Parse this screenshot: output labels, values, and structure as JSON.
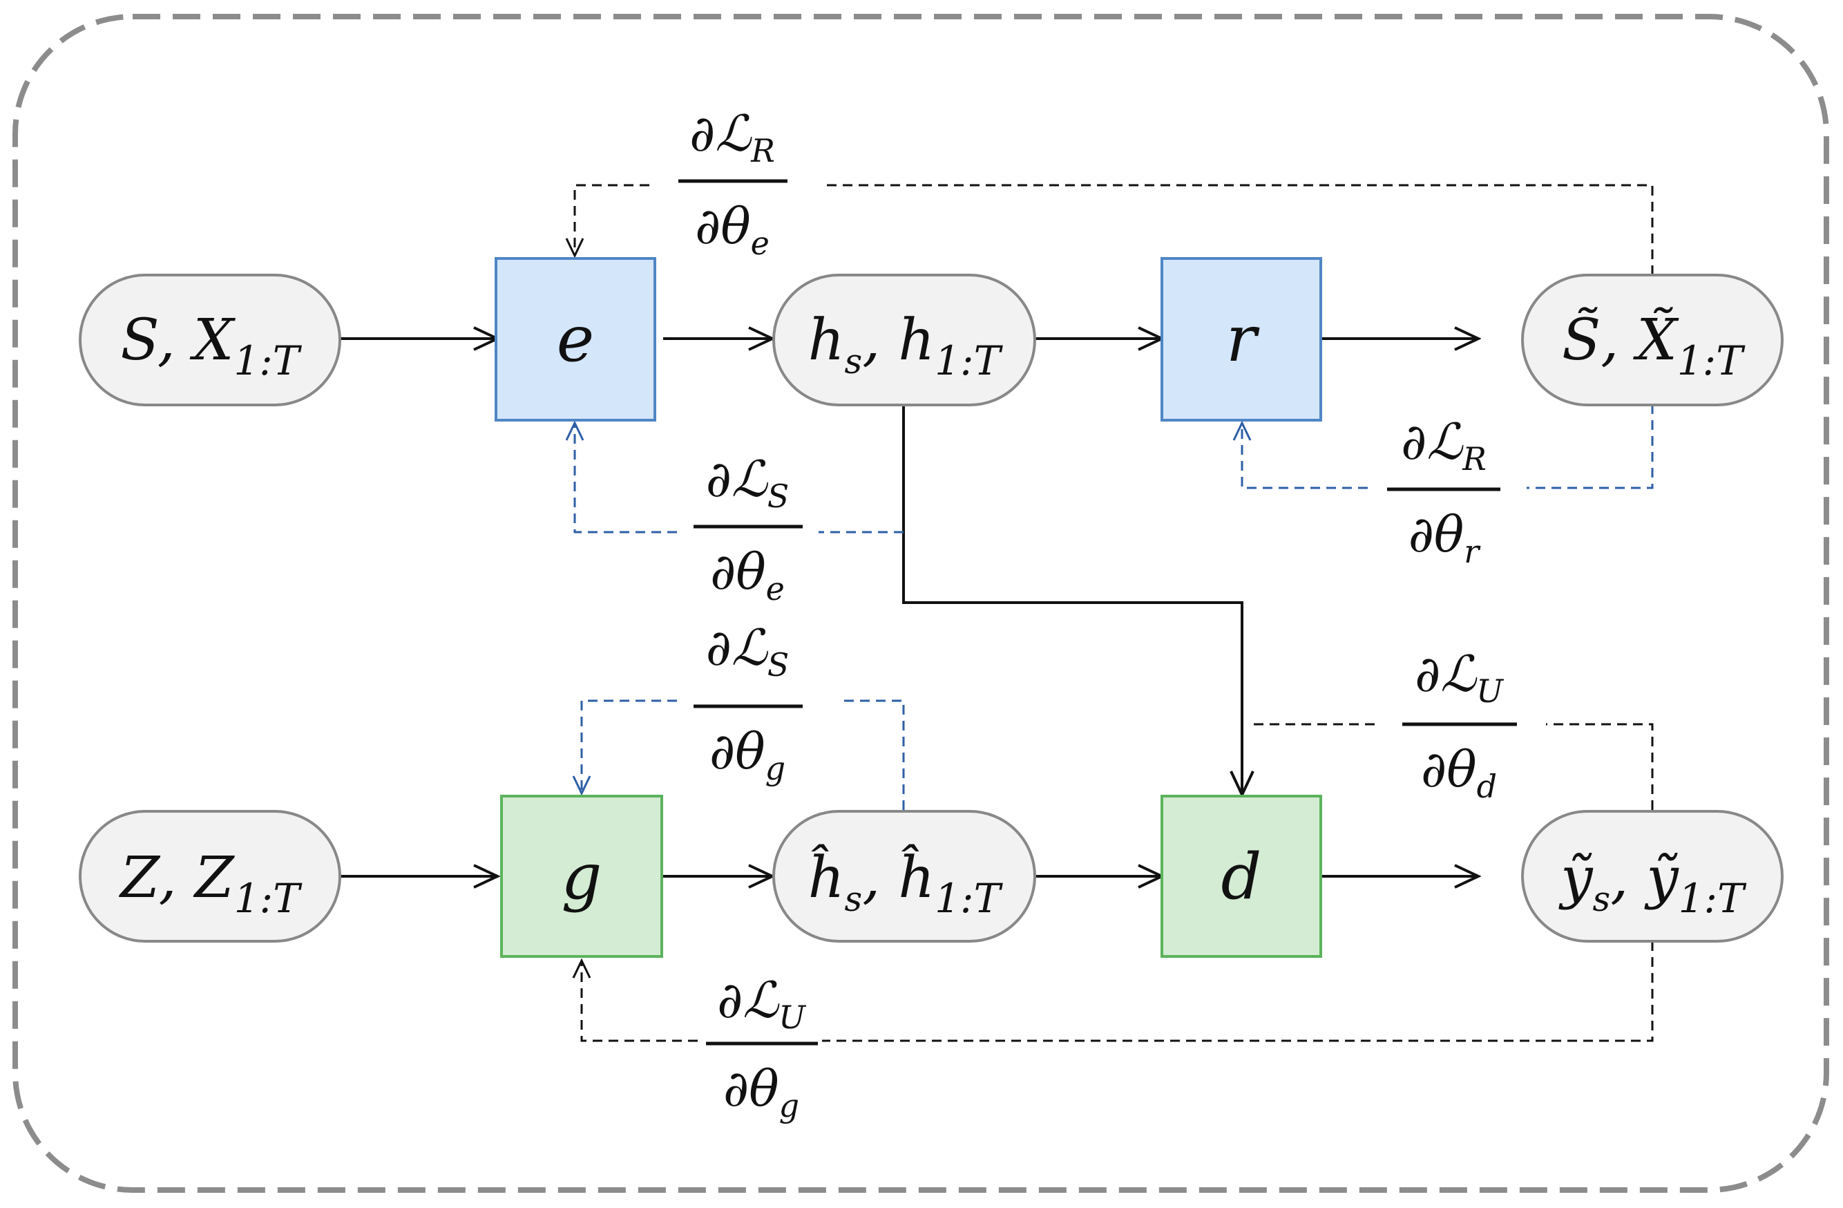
{
  "nodes": {
    "input_real": {
      "main": "S, X",
      "sub": "1:T"
    },
    "embedder": {
      "label": "e"
    },
    "latent_real": {
      "main": "h",
      "sub_s": "s",
      "mid": ", h",
      "sub": "1:T"
    },
    "recovery": {
      "label": "r"
    },
    "recon_output": {
      "main": "S̃, X̃",
      "sub": "1:T"
    },
    "input_noise": {
      "main": "Z, Z",
      "sub": "1:T"
    },
    "generator": {
      "label": "g"
    },
    "latent_fake": {
      "main": "ĥ",
      "sub_s": "s",
      "mid": ", ĥ",
      "sub": "1:T"
    },
    "discriminator": {
      "label": "d"
    },
    "disc_output": {
      "main": "ỹ",
      "sub_s": "s",
      "mid": ", ỹ",
      "sub": "1:T"
    }
  },
  "gradients": {
    "dLR_dthe": {
      "num": "∂ℒ",
      "num_sub": "R",
      "den": "∂θ",
      "den_sub": "e"
    },
    "dLS_dthe": {
      "num": "∂ℒ",
      "num_sub": "S",
      "den": "∂θ",
      "den_sub": "e"
    },
    "dLR_dthr": {
      "num": "∂ℒ",
      "num_sub": "R",
      "den": "∂θ",
      "den_sub": "r"
    },
    "dLS_dthg": {
      "num": "∂ℒ",
      "num_sub": "S",
      "den": "∂θ",
      "den_sub": "g"
    },
    "dLU_dthd": {
      "num": "∂ℒ",
      "num_sub": "U",
      "den": "∂θ",
      "den_sub": "d"
    },
    "dLU_dthg": {
      "num": "∂ℒ",
      "num_sub": "U",
      "den": "∂θ",
      "den_sub": "g"
    }
  },
  "colors": {
    "blue_fill": "#d4e6fa",
    "blue_stroke": "#4f86c6",
    "green_fill": "#d3ecd3",
    "green_stroke": "#5cb35c",
    "node_fill": "#f2f2f2",
    "node_stroke": "#888888",
    "blue_dash": "#2e5fa6",
    "frame": "#8c8c8c"
  }
}
